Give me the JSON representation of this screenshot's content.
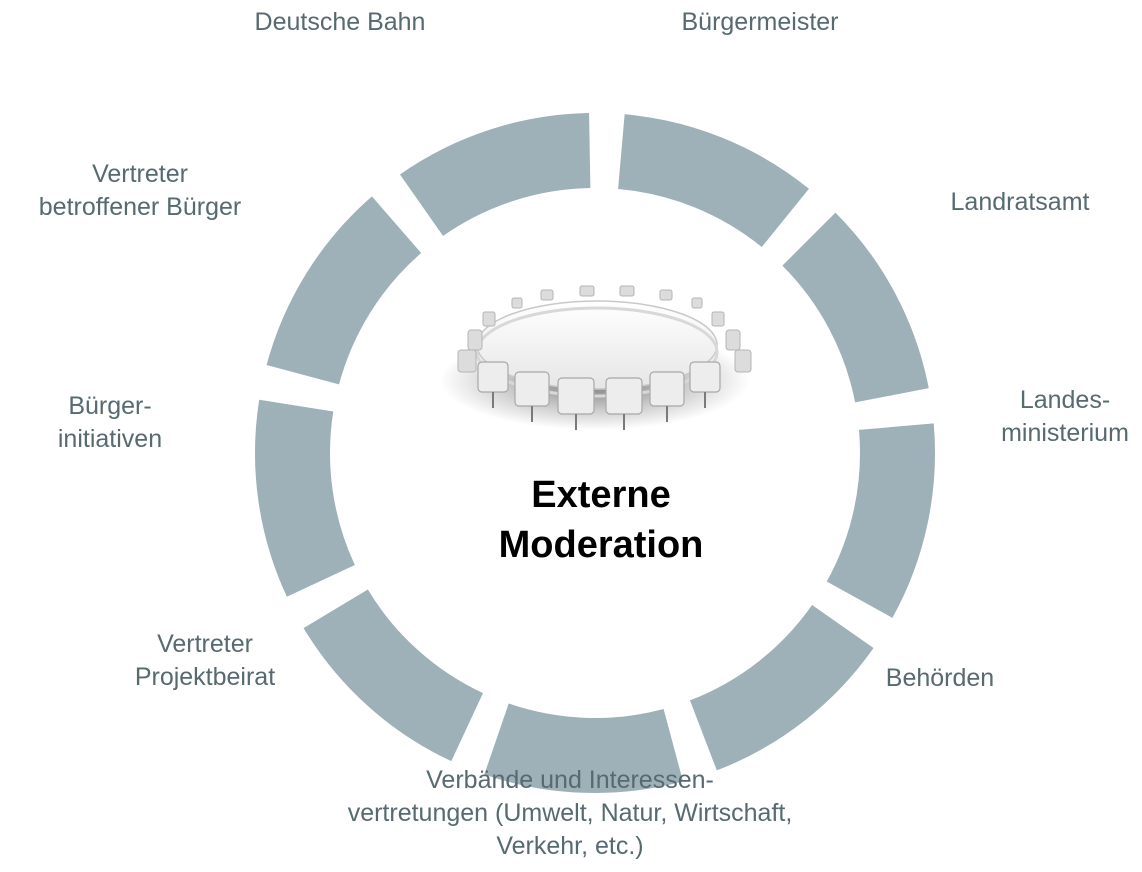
{
  "colors": {
    "segment": "#9eb0b8",
    "label_text": "#566a70",
    "center_text": "#000000",
    "background": "#ffffff"
  },
  "icons": {
    "center_image": "round-table-with-chairs"
  },
  "center": {
    "title_line1": "Externe",
    "title_line2": "Moderation"
  },
  "stakeholders": [
    {
      "id": "buergermeister",
      "lines": [
        "Bürgermeister"
      ]
    },
    {
      "id": "landratsamt",
      "lines": [
        "Landratsamt"
      ]
    },
    {
      "id": "landesministerium",
      "lines": [
        "Landes-",
        "ministerium"
      ]
    },
    {
      "id": "behoerden",
      "lines": [
        "Behörden"
      ]
    },
    {
      "id": "verbaende",
      "lines": [
        "Verbände und Interessen-",
        "vertretungen (Umwelt, Natur, Wirtschaft,",
        "Verkehr, etc.)"
      ]
    },
    {
      "id": "projektbeirat",
      "lines": [
        "Vertreter",
        "Projektbeirat"
      ]
    },
    {
      "id": "buergerinitiativen",
      "lines": [
        "Bürger-",
        "initiativen"
      ]
    },
    {
      "id": "betroffene",
      "lines": [
        "Vertreter",
        "betroffener Bürger"
      ]
    },
    {
      "id": "deutsche-bahn",
      "lines": [
        "Deutsche Bahn"
      ]
    }
  ]
}
